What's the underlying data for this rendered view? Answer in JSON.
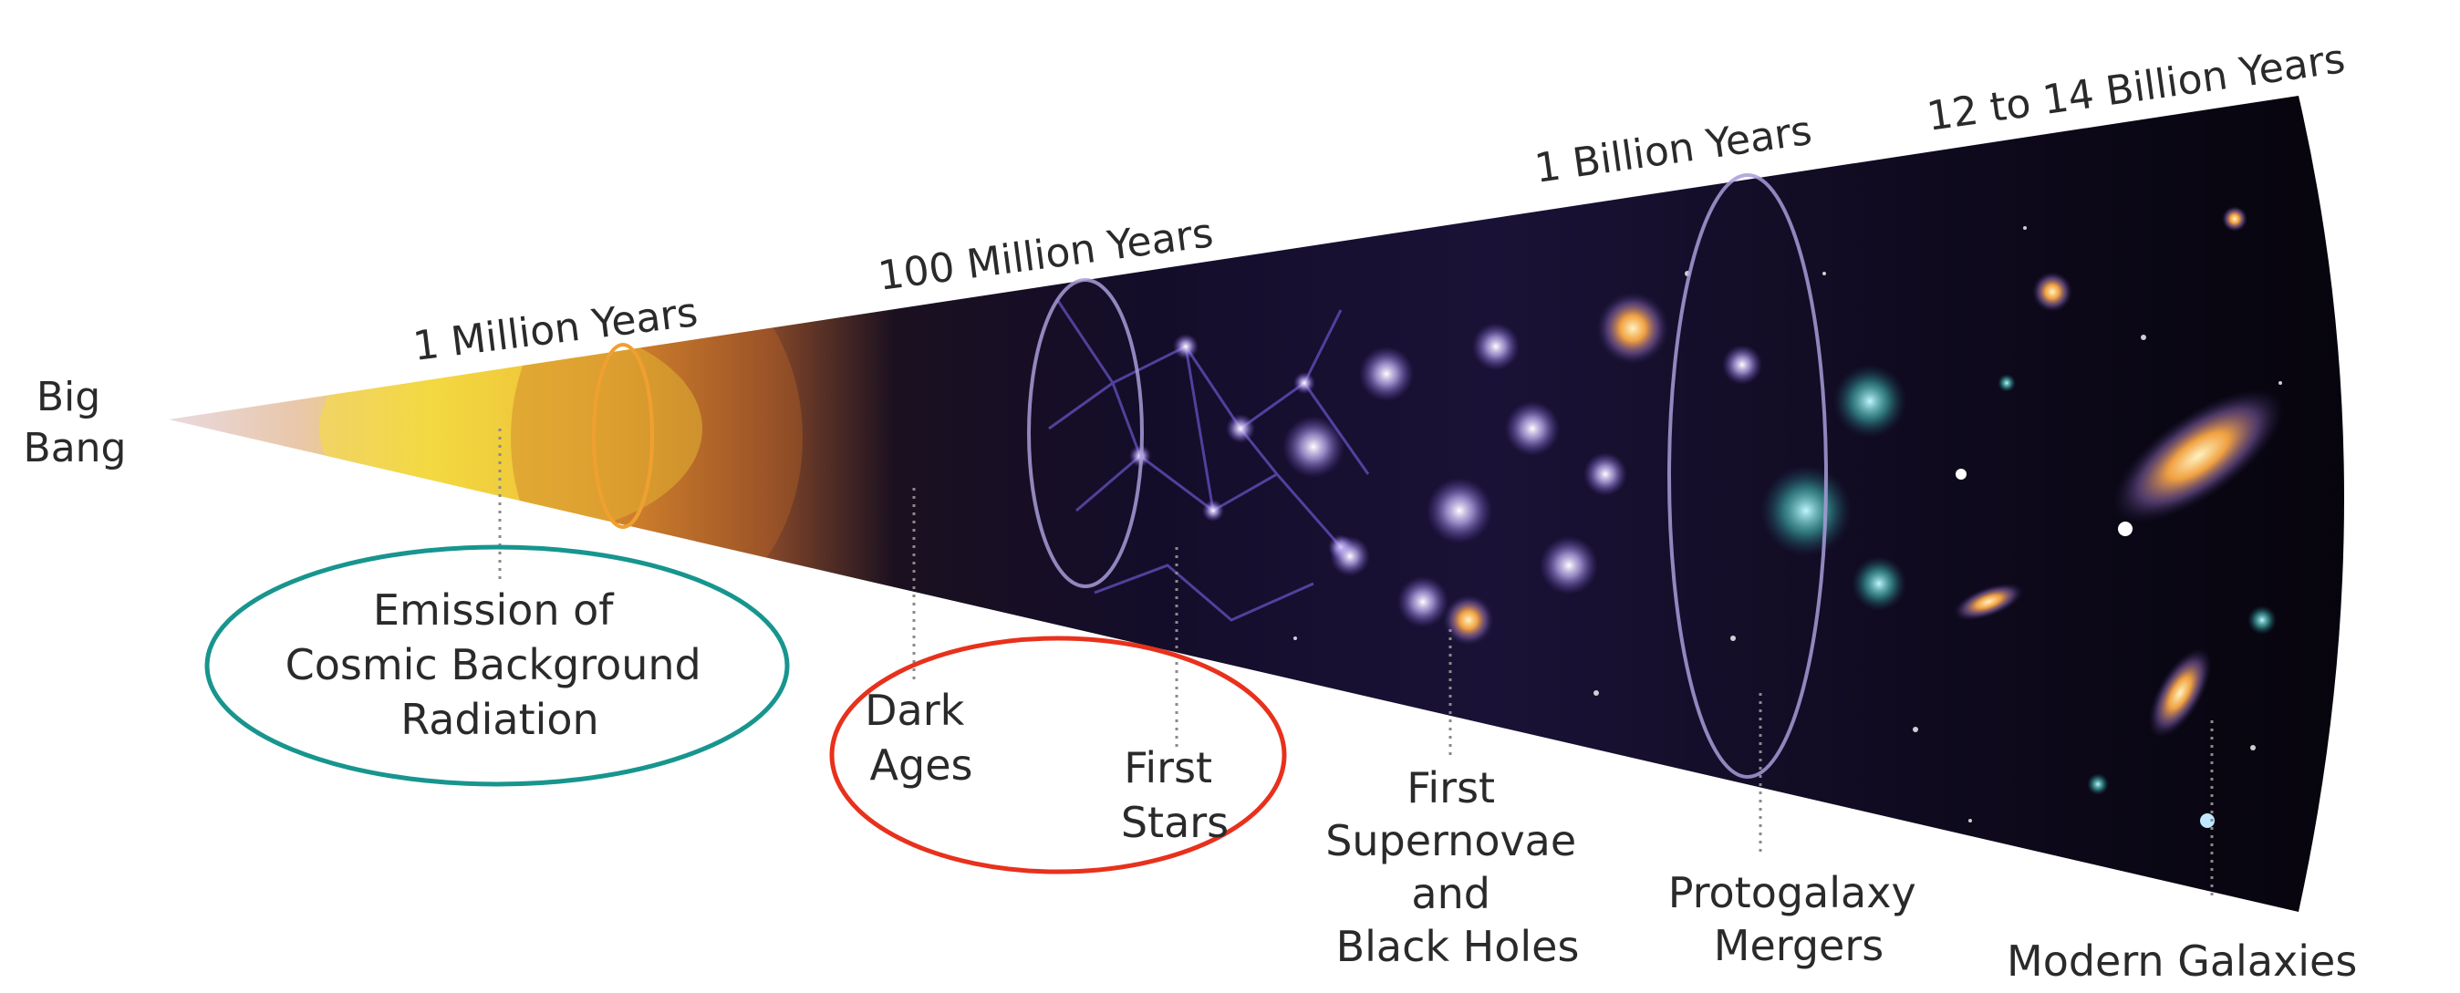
{
  "labels": {
    "big_bang": [
      "Big",
      "Bang"
    ],
    "epochs": {
      "one_million": "1 Million Years",
      "hundred_million": "100 Million Years",
      "one_billion": "1 Billion Years",
      "twelve_fourteen": "12 to 14  Billion Years"
    },
    "emission": [
      "Emission of",
      "Cosmic Background",
      "Radiation"
    ],
    "dark_ages": [
      "Dark",
      "Ages"
    ],
    "first_stars": [
      "First",
      "Stars"
    ],
    "first_supernovae": [
      "First",
      "Supernovae",
      "and",
      "Black Holes"
    ],
    "protogalaxy": [
      "Protogalaxy",
      "Mergers"
    ],
    "modern_galaxies": "Modern Galaxies"
  },
  "colors": {
    "emission_highlight": "#17958e",
    "stars_highlight": "#e8311c",
    "cone_dark": "#0b0717",
    "early_glow": "#e8a23a"
  }
}
